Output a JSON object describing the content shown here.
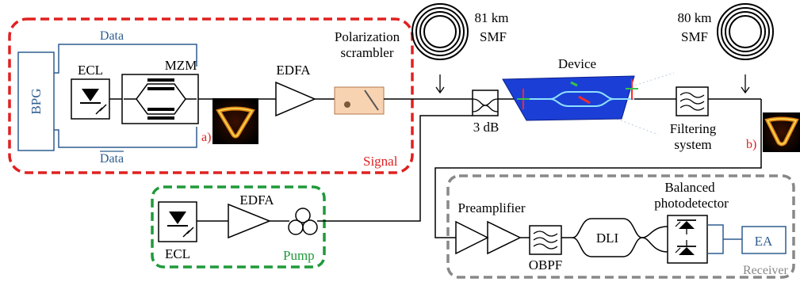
{
  "signal": {
    "bpg": "BPG",
    "data_top": "Data",
    "data_bottom": "Data",
    "ecl": "ECL",
    "mzm": "MZM",
    "eye_label": "a)",
    "edfa": "EDFA",
    "scrambler_line1": "Polarization",
    "scrambler_line2": "scrambler",
    "section": "Signal"
  },
  "link": {
    "smf1_line1": "81 km",
    "smf1_line2": "SMF",
    "coupler": "3 dB",
    "device": "Device",
    "filter_line1": "Filtering",
    "filter_line2": "system",
    "smf2_line1": "80 km",
    "smf2_line2": "SMF",
    "eye_label": "b)"
  },
  "pump": {
    "ecl": "ECL",
    "edfa": "EDFA",
    "section": "Pump"
  },
  "receiver": {
    "preamp": "Preamplifier",
    "obpf": "OBPF",
    "dli": "DLI",
    "bpd_line1": "Balanced",
    "bpd_line2": "photodetector",
    "ea": "EA",
    "section": "Receiver"
  },
  "colors": {
    "signal_box": "#e02020",
    "pump_box": "#1f9a3a",
    "receiver_box": "#888888",
    "bpg_ea": "#2e5d8f",
    "device_chip": "#1b3fd6"
  }
}
